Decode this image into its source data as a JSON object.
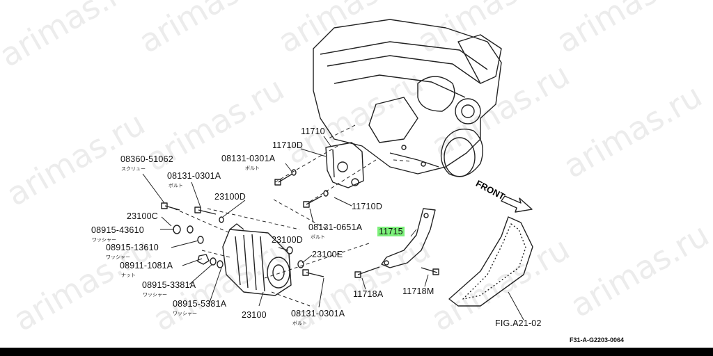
{
  "watermark": "arimas.ru",
  "direction_label": "FRONT",
  "figure_ref": "FIG.A21-02",
  "drawing_code": "F31-A-G2203-0064",
  "highlight_color": "#7cf07a",
  "parts": [
    {
      "id": "p-11710",
      "number": "11710",
      "note": ""
    },
    {
      "id": "p-11710d-top",
      "number": "11710D",
      "note": ""
    },
    {
      "id": "p-08131-0301a-top",
      "number": "08131-0301A",
      "note": "ボルト"
    },
    {
      "id": "p-08360-51062",
      "number": "08360-51062",
      "note": "スクリュー"
    },
    {
      "id": "p-08131-0301a-left",
      "number": "08131-0301A",
      "note": "ボルト"
    },
    {
      "id": "p-23100d-upper",
      "number": "23100D",
      "note": ""
    },
    {
      "id": "p-11710d-mid",
      "number": "11710D",
      "note": ""
    },
    {
      "id": "p-23100c",
      "number": "23100C",
      "note": ""
    },
    {
      "id": "p-08915-43610",
      "number": "08915-43610",
      "note": "ワッシャー"
    },
    {
      "id": "p-08131-0651a",
      "number": "08131-0651A",
      "note": "ボルト"
    },
    {
      "id": "p-11715",
      "number": "11715",
      "note": "",
      "highlighted": true
    },
    {
      "id": "p-08915-13610",
      "number": "08915-13610",
      "note": "ワッシャー"
    },
    {
      "id": "p-23100d-lower",
      "number": "23100D",
      "note": ""
    },
    {
      "id": "p-23100e",
      "number": "23100E",
      "note": ""
    },
    {
      "id": "p-08911-1081a",
      "number": "08911-1081A",
      "note": "ナット"
    },
    {
      "id": "p-08915-3381a",
      "number": "08915-3381A",
      "note": "ワッシャー"
    },
    {
      "id": "p-11718a",
      "number": "11718A",
      "note": ""
    },
    {
      "id": "p-11718m",
      "number": "11718M",
      "note": ""
    },
    {
      "id": "p-08915-5381a",
      "number": "08915-5381A",
      "note": "ワッシャー"
    },
    {
      "id": "p-23100",
      "number": "23100",
      "note": ""
    },
    {
      "id": "p-08131-0301a-bottom",
      "number": "08131-0301A",
      "note": "ボルト"
    }
  ]
}
